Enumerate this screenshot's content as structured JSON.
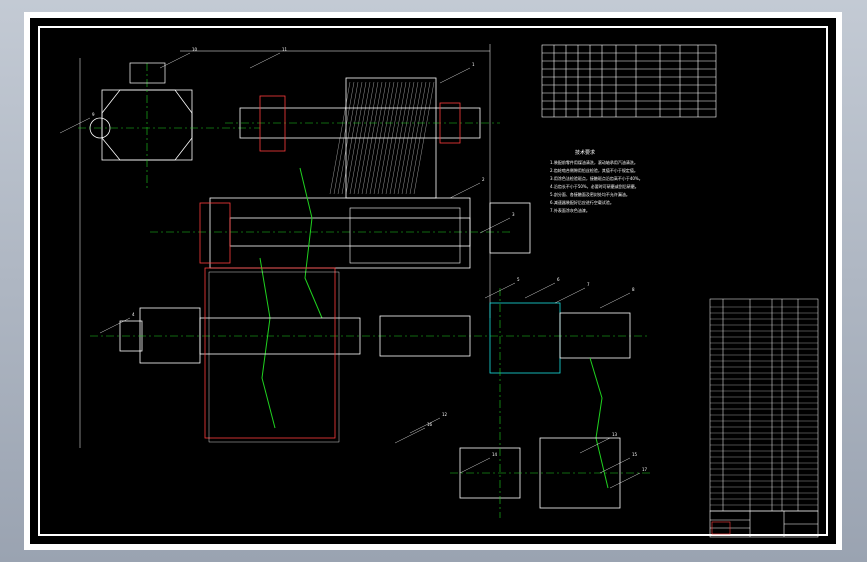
{
  "drawing": {
    "colors": {
      "outline": "#ffffff",
      "centerline": "#1fd11f",
      "hatch": "#ff3b3b",
      "dimension": "#ffffff",
      "leader": "#ffffff",
      "accent": "#19e0e0",
      "background": "#000000"
    },
    "tech_requirements": {
      "heading": "技术要求",
      "lines": [
        "1.装配前零件用煤油清洗，滚动轴承用汽油清洗。",
        "2.齿轮啮合侧隙用铅丝检验，其值不小于规定值。",
        "3.用涂色法检验斑点，接触斑点沿齿高不小于40%。",
        "4.沿齿长不小于50%，必要时可研磨或刮后研磨。",
        "5.剖分面、各接触面及密封处均不允许漏油。",
        "6.减速器装配好后应进行空载试验。",
        "7.外表面涂灰色油漆。"
      ]
    },
    "callouts": [
      "1",
      "2",
      "3",
      "4",
      "5",
      "6",
      "7",
      "8",
      "9",
      "10",
      "11",
      "12",
      "13",
      "14",
      "15",
      "16",
      "17"
    ]
  }
}
